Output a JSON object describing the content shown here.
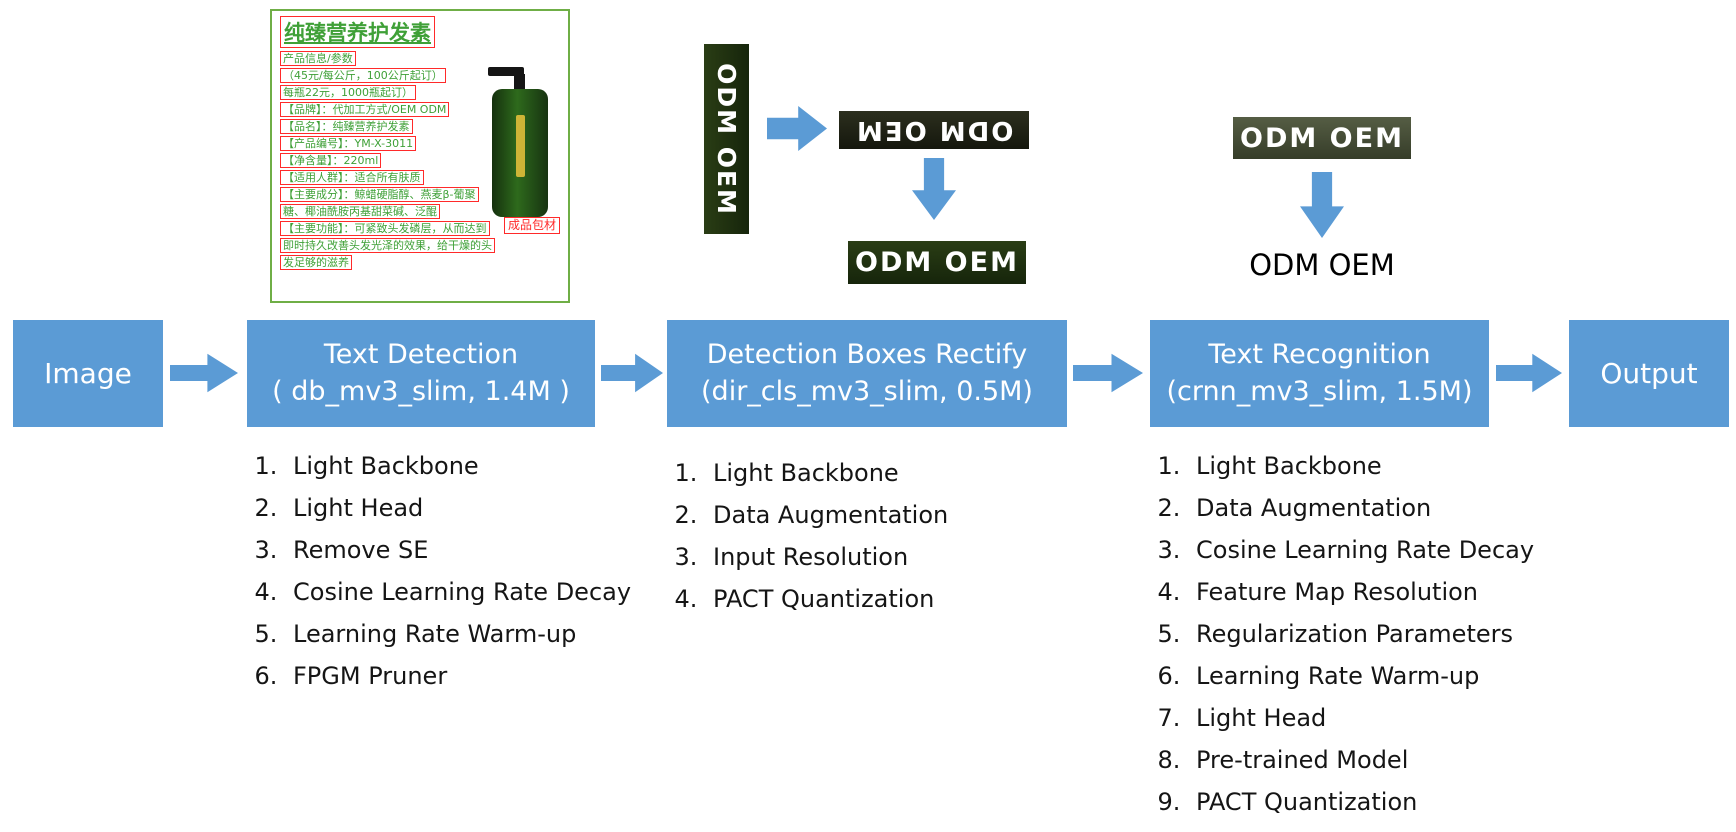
{
  "colors": {
    "node_blue": "#5B9BD5",
    "arrow_blue": "#5B9BD5",
    "sample_dark_green": "#1f3313",
    "sample_black_green": "#20291a",
    "sample_gray_olive": "#454d38",
    "detection_box_red": "#ff2a2a",
    "card_border_green": "#6fae46",
    "card_text_green": "#3fa037"
  },
  "pipeline": {
    "nodes": [
      {
        "label": "Image",
        "sublabel": ""
      },
      {
        "label": "Text Detection",
        "sublabel": "( db_mv3_slim, 1.4M )"
      },
      {
        "label": "Detection Boxes Rectify",
        "sublabel": "(dir_cls_mv3_slim, 0.5M)"
      },
      {
        "label": "Text Recognition",
        "sublabel": "(crnn_mv3_slim, 1.5M)"
      },
      {
        "label": "Output",
        "sublabel": ""
      }
    ]
  },
  "lists": {
    "detection": [
      "Light Backbone",
      "Light Head",
      "Remove SE",
      "Cosine Learning Rate Decay",
      "Learning Rate Warm-up",
      "FPGM Pruner"
    ],
    "rectify": [
      "Light Backbone",
      "Data Augmentation",
      "Input Resolution",
      "PACT Quantization"
    ],
    "recognition": [
      "Light Backbone",
      "Data Augmentation",
      "Cosine Learning Rate Decay",
      "Feature Map Resolution",
      "Regularization Parameters",
      "Learning Rate Warm-up",
      "Light Head",
      "Pre-trained Model",
      "PACT Quantization"
    ]
  },
  "samples": {
    "vertical_text": "ODM OEM",
    "flipped_text": "ODM OEM",
    "rectified_text": "ODM OEM",
    "recognition_input_text": "ODM OEM",
    "recognition_output_text": "ODM OEM"
  },
  "product_card": {
    "title": "纯臻营养护发素",
    "lines": [
      "产品信息/参数",
      "（45元/每公斤，100公斤起订）",
      "每瓶22元，1000瓶起订）",
      "【品牌】：代加工方式/OEM ODM",
      "【品名】：纯臻营养护发素",
      "【产品编号】：YM-X-3011",
      "【净含量】：220ml",
      "【适用人群】：适合所有肤质",
      "【主要成分】：鲸蜡硬脂醇、燕麦β-葡聚",
      "糖、椰油酰胺丙基甜菜碱、泛醌",
      "【主要功能】：可紧致头发磷层，从而达到",
      "即时持久改善头发光泽的效果，给干燥的头",
      "发足够的滋养"
    ],
    "tag": "成品包材"
  }
}
